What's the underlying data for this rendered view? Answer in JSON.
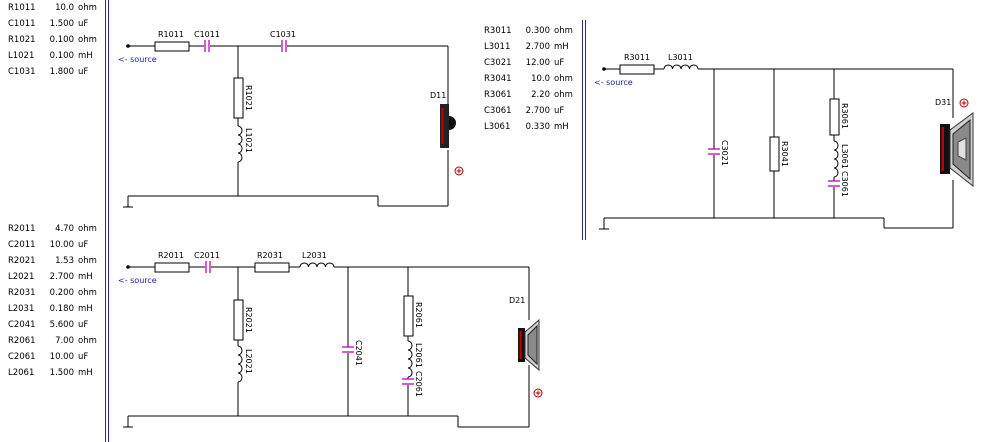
{
  "colors": {
    "wire": "#000000",
    "separator": "#2a2a8a",
    "capacitor": "#c400c4",
    "inductor": "#000000",
    "source_label": "#1a1aa0",
    "plus_marker": "#b40000"
  },
  "source_label": "<- source",
  "tweeter": {
    "parts": [
      {
        "name": "R1011",
        "value": "10.0",
        "unit": "ohm"
      },
      {
        "name": "C1011",
        "value": "1.500",
        "unit": "uF"
      },
      {
        "name": "R1021",
        "value": "0.100",
        "unit": "ohm"
      },
      {
        "name": "L1021",
        "value": "0.100",
        "unit": "mH"
      },
      {
        "name": "C1031",
        "value": "1.800",
        "unit": "uF"
      }
    ],
    "labels": {
      "r_series": "R1011",
      "c_series": "C1011",
      "c_series2": "C1031",
      "r_shunt": "R1021",
      "l_shunt": "L1021",
      "driver": "D11"
    }
  },
  "woofer": {
    "parts": [
      {
        "name": "R2011",
        "value": "4.70",
        "unit": "ohm"
      },
      {
        "name": "C2011",
        "value": "10.00",
        "unit": "uF"
      },
      {
        "name": "R2021",
        "value": "1.53",
        "unit": "ohm"
      },
      {
        "name": "L2021",
        "value": "2.700",
        "unit": "mH"
      },
      {
        "name": "R2031",
        "value": "0.200",
        "unit": "ohm"
      },
      {
        "name": "L2031",
        "value": "0.180",
        "unit": "mH"
      },
      {
        "name": "C2041",
        "value": "5.600",
        "unit": "uF"
      },
      {
        "name": "R2061",
        "value": "7.00",
        "unit": "ohm"
      },
      {
        "name": "C2061",
        "value": "10.00",
        "unit": "uF"
      },
      {
        "name": "L2061",
        "value": "1.500",
        "unit": "mH"
      }
    ],
    "labels": {
      "r_series": "R2011",
      "c_series": "C2011",
      "r_series2": "R2031",
      "l_series": "L2031",
      "r_shunt": "R2021",
      "l_shunt": "L2021",
      "c_shunt": "C2041",
      "r_notch": "R2061",
      "l_notch": "L2061",
      "c_notch": "C2061",
      "driver": "D21"
    }
  },
  "mid": {
    "parts": [
      {
        "name": "R3011",
        "value": "0.300",
        "unit": "ohm"
      },
      {
        "name": "L3011",
        "value": "2.700",
        "unit": "mH"
      },
      {
        "name": "C3021",
        "value": "12.00",
        "unit": "uF"
      },
      {
        "name": "R3041",
        "value": "10.0",
        "unit": "ohm"
      },
      {
        "name": "R3061",
        "value": "2.20",
        "unit": "ohm"
      },
      {
        "name": "C3061",
        "value": "2.700",
        "unit": "uF"
      },
      {
        "name": "L3061",
        "value": "0.330",
        "unit": "mH"
      }
    ],
    "labels": {
      "r_series": "R3011",
      "l_series": "L3011",
      "c_shunt": "C3021",
      "r_shunt": "R3041",
      "r_notch": "R3061",
      "l_notch": "L3061",
      "c_notch": "C3061",
      "driver": "D31"
    }
  }
}
